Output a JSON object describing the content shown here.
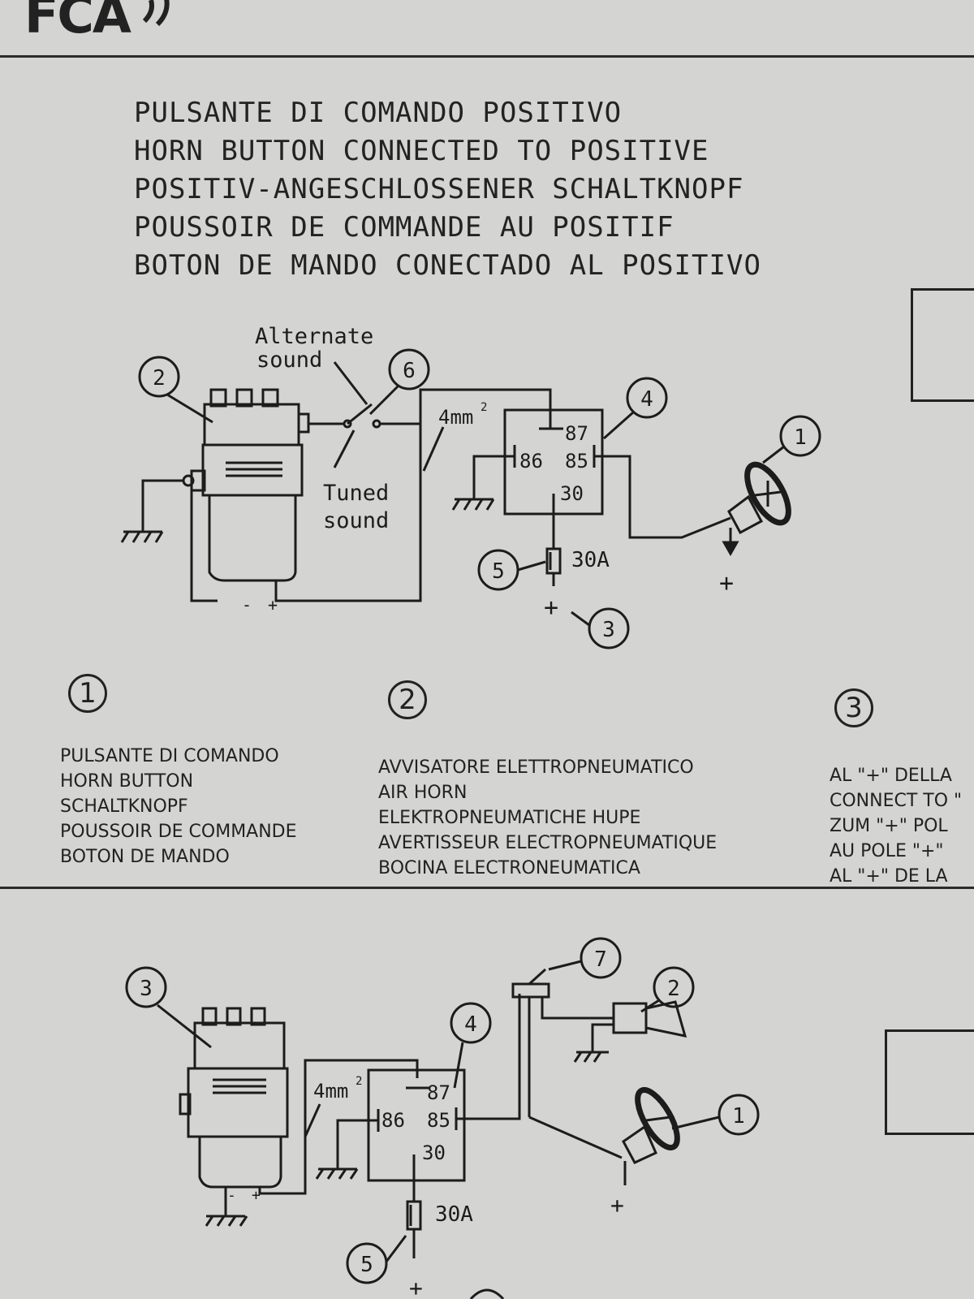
{
  "header": {
    "logo": "FCA"
  },
  "title_lines": [
    "PULSANTE DI COMANDO POSITIVO",
    "HORN BUTTON CONNECTED TO POSITIVE",
    "POSITIV-ANGESCHLOSSENER SCHALTKNOPF",
    "POUSSOIR DE COMMANDE AU POSITIF",
    "BOTON DE MANDO CONECTADO AL POSITIVO"
  ],
  "diagram1": {
    "labels": {
      "alternate": "Alternate",
      "alternate_sound": "sound",
      "tuned": "Tuned",
      "tuned_sound": "sound",
      "wire": "4mm",
      "wire_sup": "2",
      "fuse": "30A",
      "plus_battery": "+",
      "plus_button": "+",
      "minus_terminal": "-",
      "plus_terminal": "+"
    },
    "relay_pins": {
      "p87": "87",
      "p86": "86",
      "p85": "85",
      "p30": "30"
    },
    "callouts": {
      "c1": "1",
      "c2": "2",
      "c3": "3",
      "c4": "4",
      "c5": "5",
      "c6": "6"
    }
  },
  "legend": {
    "items": [
      {
        "number": "1",
        "lines": [
          "PULSANTE DI COMANDO",
          "HORN BUTTON",
          "SCHALTKNOPF",
          "POUSSOIR DE COMMANDE",
          "BOTON DE MANDO"
        ]
      },
      {
        "number": "2",
        "lines": [
          "AVVISATORE ELETTROPNEUMATICO",
          "AIR HORN",
          "ELEKTROPNEUMATICHE HUPE",
          "AVERTISSEUR ELECTROPNEUMATIQUE",
          "BOCINA ELECTRONEUMATICA"
        ]
      },
      {
        "number": "3",
        "lines": [
          "AL \"+\" DELLA",
          "CONNECT TO \"",
          "ZUM \"+\" POL",
          "AU POLE \"+\"",
          "AL \"+\" DE LA"
        ]
      }
    ]
  },
  "diagram2": {
    "labels": {
      "wire": "4mm",
      "wire_sup": "2",
      "fuse": "30A",
      "plus_button": "+",
      "plus_battery": "+",
      "minus_terminal": "-",
      "plus_terminal": "+"
    },
    "relay_pins": {
      "p87": "87",
      "p86": "86",
      "p85": "85",
      "p30": "30"
    },
    "callouts": {
      "c1": "1",
      "c2": "2",
      "c3": "3",
      "c4": "4",
      "c5": "5",
      "c7": "7"
    }
  }
}
